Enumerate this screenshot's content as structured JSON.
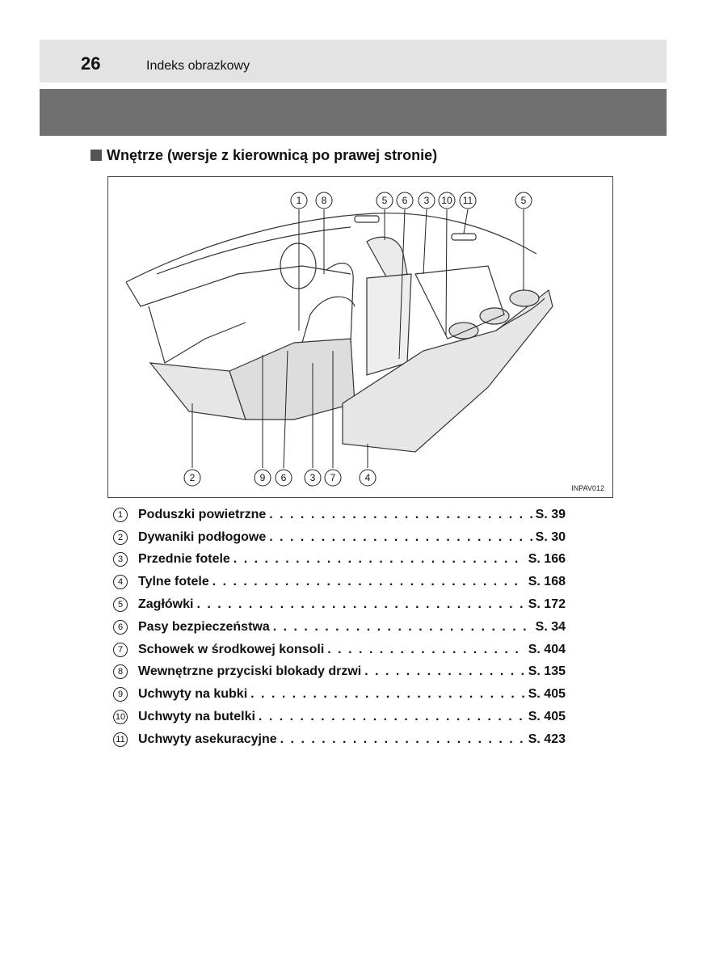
{
  "header": {
    "page_number": "26",
    "title": "Indeks obrazkowy"
  },
  "section": {
    "heading": "Wnętrze (wersje z kierownicą po prawej stronie)"
  },
  "figure": {
    "code": "INPAV012",
    "top_callouts": [
      "1",
      "8",
      "5",
      "6",
      "3",
      "10",
      "11",
      "5"
    ],
    "bottom_callouts": [
      "2",
      "9",
      "6",
      "3",
      "7",
      "4"
    ]
  },
  "legend": [
    {
      "num": "1",
      "label": "Poduszki powietrzne",
      "page": "S. 39"
    },
    {
      "num": "2",
      "label": "Dywaniki podłogowe",
      "page": "S. 30"
    },
    {
      "num": "3",
      "label": "Przednie fotele",
      "page": "S. 166"
    },
    {
      "num": "4",
      "label": "Tylne fotele",
      "page": "S. 168"
    },
    {
      "num": "5",
      "label": "Zagłówki",
      "page": "S. 172"
    },
    {
      "num": "6",
      "label": "Pasy bezpieczeństwa",
      "page": "S. 34"
    },
    {
      "num": "7",
      "label": "Schowek w środkowej konsoli",
      "page": "S. 404"
    },
    {
      "num": "8",
      "label": "Wewnętrzne przyciski blokady drzwi",
      "page": "S. 135"
    },
    {
      "num": "9",
      "label": "Uchwyty na kubki",
      "page": "S. 405"
    },
    {
      "num": "10",
      "label": "Uchwyty na butelki",
      "page": "S. 405"
    },
    {
      "num": "11",
      "label": "Uchwyty asekuracyjne",
      "page": "S. 423"
    }
  ]
}
